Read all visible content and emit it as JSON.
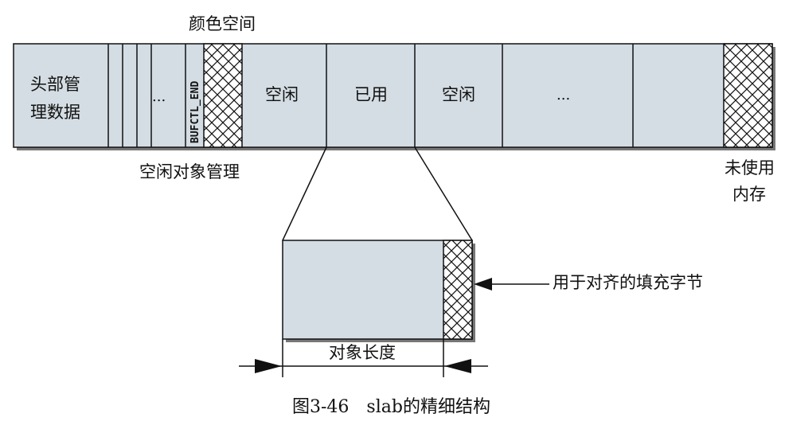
{
  "labels": {
    "color_space": "颜色空间",
    "head_mgmt_line1": "头部管",
    "head_mgmt_line2": "理数据",
    "dots_small": "...",
    "bufctl_end": "BUFCTL_END",
    "free_1": "空闲",
    "used": "已用",
    "free_2": "空闲",
    "dots_large": "...",
    "free_object_mgmt": "空闲对象管理",
    "unused_memory_line1": "未使用",
    "unused_memory_line2": "内存",
    "padding_bytes": "用于对齐的填充字节",
    "object_length": "对象长度",
    "caption": "图3-46　slab的精细结构"
  },
  "colors": {
    "cell_fill": "#d4dde3",
    "stroke": "#111111",
    "hatch": "#111111",
    "shadow": "#666666",
    "background": "#ffffff"
  }
}
